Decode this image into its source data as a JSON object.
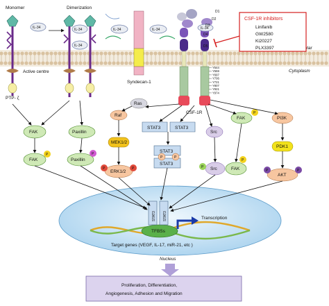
{
  "labels": {
    "monomer": "Monomer",
    "dimerization": "Dimerization",
    "il34": "IL-34",
    "active_centre": "Active centre",
    "ptp": "PTP- ζ",
    "syndecan": "Syndecan-1",
    "d1": "D1",
    "d2": "D2",
    "d3": "D3",
    "d4": "D4",
    "d5": "D5",
    "extracellular": "Extracellular",
    "cytoplasm": "Cytoplasm",
    "csf1r": "CSF-1R",
    "nucleus": "Nucleus",
    "transcription": "Transcription",
    "tfbss": "TFBSs",
    "target_genes": "Target genes (VEGF, IL-17, miR-21, etc )",
    "outcome_line1": "Proliferation, Differentiation,",
    "outcome_line2": "Angiogenesis, Adhesion and Migration",
    "p": "P"
  },
  "inhibitors": {
    "title": "CSF-1R inhibitors",
    "items": [
      "Linifanib",
      "GW2580",
      "Ki20227",
      "PLX3397"
    ]
  },
  "residues": [
    "Y544",
    "Y559",
    "Y697",
    "Y706",
    "Y721",
    "Y807",
    "Y921",
    "Y974"
  ],
  "nodes": {
    "fak_a": "FAK",
    "fak_b": "FAK",
    "paxillin_a": "Paxillin",
    "paxillin_b": "Paxillin",
    "ras": "Ras",
    "raf": "Raf",
    "mek": "MEK1/2",
    "erk": "ERK1/2",
    "stat3_l": "STAT3",
    "stat3_r": "STAT3",
    "stat3_top": "STAT3",
    "stat3_bot": "STAT3",
    "src_a": "Src",
    "src_b": "Src",
    "fak_c": "FAK",
    "fak_d": "FAK",
    "pi3k": "PI3K",
    "pdk1": "PDK1",
    "akt": "AKT",
    "stat3_n1": "STAT3",
    "stat3_n2": "STAT3"
  },
  "colors": {
    "membrane_head": "#d9c2a0",
    "membrane_tail": "#e7dcc7",
    "nucleus": "#cfe6f5",
    "green_node": "#cfe9b6",
    "orange_node": "#f7c6a0",
    "mek": "#f2c21c",
    "pdk1": "#f2e21c",
    "stat3": "#c7dbf0",
    "inhibitor_red": "#d62020",
    "p_green": "#9ad35a",
    "p_red": "#e04a3a",
    "p_purple": "#7a4aa5",
    "outcome": "#dcd3ee"
  }
}
